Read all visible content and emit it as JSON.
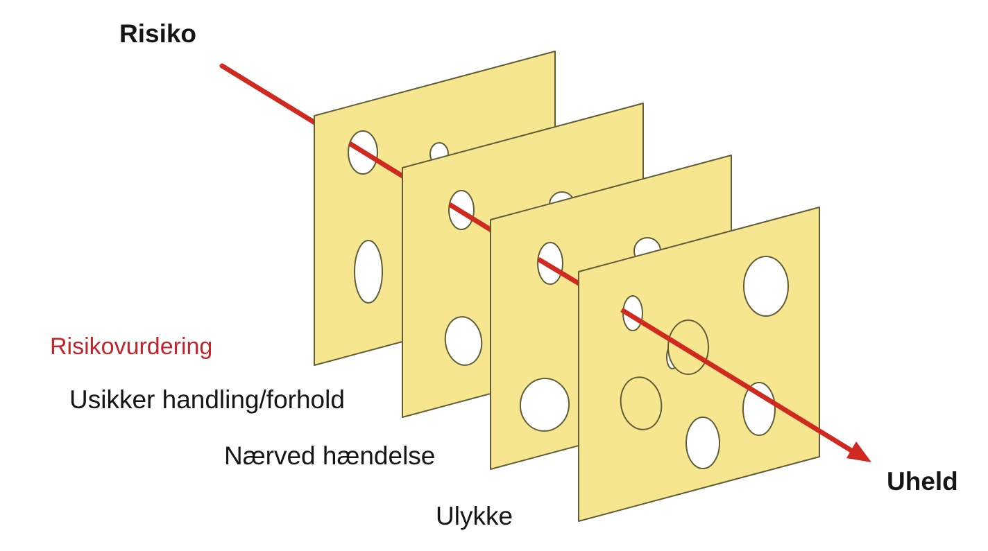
{
  "diagram": {
    "type": "swiss-cheese-model",
    "slice_count": 4,
    "risk_label": "Risiko",
    "outcome_label": "Uheld",
    "layers": [
      {
        "label": "Risikovurdering"
      },
      {
        "label": "Usikker handling/forhold"
      },
      {
        "label": "Nærved hændelse"
      },
      {
        "label": "Ulykke"
      }
    ]
  },
  "colors": {
    "background": "#ffffff",
    "cheese": "#f6e68f",
    "cheese_outline": "#5f5c38",
    "hole": "#ffffff",
    "arrow": "#d02a20",
    "label_red": "#c3242a",
    "text": "#151515"
  }
}
